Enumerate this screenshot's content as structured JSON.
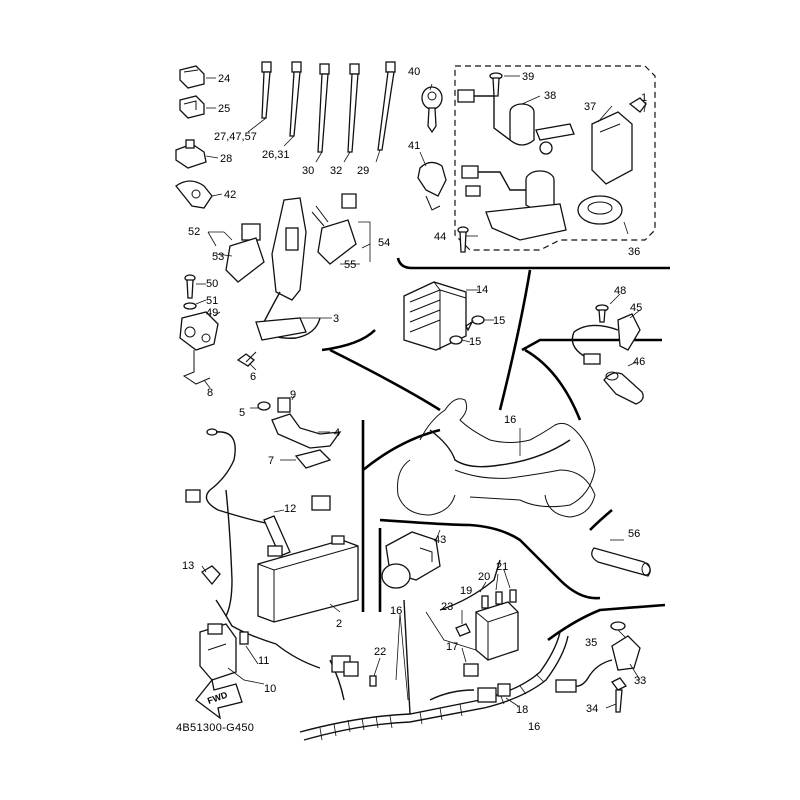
{
  "diagram": {
    "doc_code": "4B51300-G450",
    "direction_label": "FWD",
    "callouts": [
      {
        "id": "c1",
        "text": "1"
      },
      {
        "id": "c2",
        "text": "2"
      },
      {
        "id": "c3",
        "text": "3"
      },
      {
        "id": "c4",
        "text": "4"
      },
      {
        "id": "c5",
        "text": "5"
      },
      {
        "id": "c6",
        "text": "6"
      },
      {
        "id": "c7",
        "text": "7"
      },
      {
        "id": "c8",
        "text": "8"
      },
      {
        "id": "c9",
        "text": "9"
      },
      {
        "id": "c10",
        "text": "10"
      },
      {
        "id": "c11",
        "text": "11"
      },
      {
        "id": "c12",
        "text": "12"
      },
      {
        "id": "c13",
        "text": "13"
      },
      {
        "id": "c14",
        "text": "14"
      },
      {
        "id": "c15a",
        "text": "15"
      },
      {
        "id": "c15b",
        "text": "15"
      },
      {
        "id": "c16a",
        "text": "16"
      },
      {
        "id": "c16b",
        "text": "16"
      },
      {
        "id": "c16c",
        "text": "16"
      },
      {
        "id": "c17",
        "text": "17"
      },
      {
        "id": "c18",
        "text": "18"
      },
      {
        "id": "c19",
        "text": "19"
      },
      {
        "id": "c20",
        "text": "20"
      },
      {
        "id": "c21",
        "text": "21"
      },
      {
        "id": "c22",
        "text": "22"
      },
      {
        "id": "c23",
        "text": "23"
      },
      {
        "id": "c24",
        "text": "24"
      },
      {
        "id": "c25",
        "text": "25"
      },
      {
        "id": "c26",
        "text": "26,31"
      },
      {
        "id": "c27",
        "text": "27,47,57"
      },
      {
        "id": "c28",
        "text": "28"
      },
      {
        "id": "c29",
        "text": "29"
      },
      {
        "id": "c30",
        "text": "30"
      },
      {
        "id": "c32",
        "text": "32"
      },
      {
        "id": "c33",
        "text": "33"
      },
      {
        "id": "c34",
        "text": "34"
      },
      {
        "id": "c35",
        "text": "35"
      },
      {
        "id": "c36",
        "text": "36"
      },
      {
        "id": "c37",
        "text": "37"
      },
      {
        "id": "c38",
        "text": "38"
      },
      {
        "id": "c39",
        "text": "39"
      },
      {
        "id": "c40",
        "text": "40"
      },
      {
        "id": "c41",
        "text": "41"
      },
      {
        "id": "c42",
        "text": "42"
      },
      {
        "id": "c43",
        "text": "43"
      },
      {
        "id": "c44",
        "text": "44"
      },
      {
        "id": "c45",
        "text": "45"
      },
      {
        "id": "c46",
        "text": "46"
      },
      {
        "id": "c48",
        "text": "48"
      },
      {
        "id": "c49",
        "text": "49"
      },
      {
        "id": "c50",
        "text": "50"
      },
      {
        "id": "c51",
        "text": "51"
      },
      {
        "id": "c52",
        "text": "52"
      },
      {
        "id": "c53",
        "text": "53"
      },
      {
        "id": "c54",
        "text": "54"
      },
      {
        "id": "c55",
        "text": "55"
      },
      {
        "id": "c56",
        "text": "56"
      }
    ]
  }
}
